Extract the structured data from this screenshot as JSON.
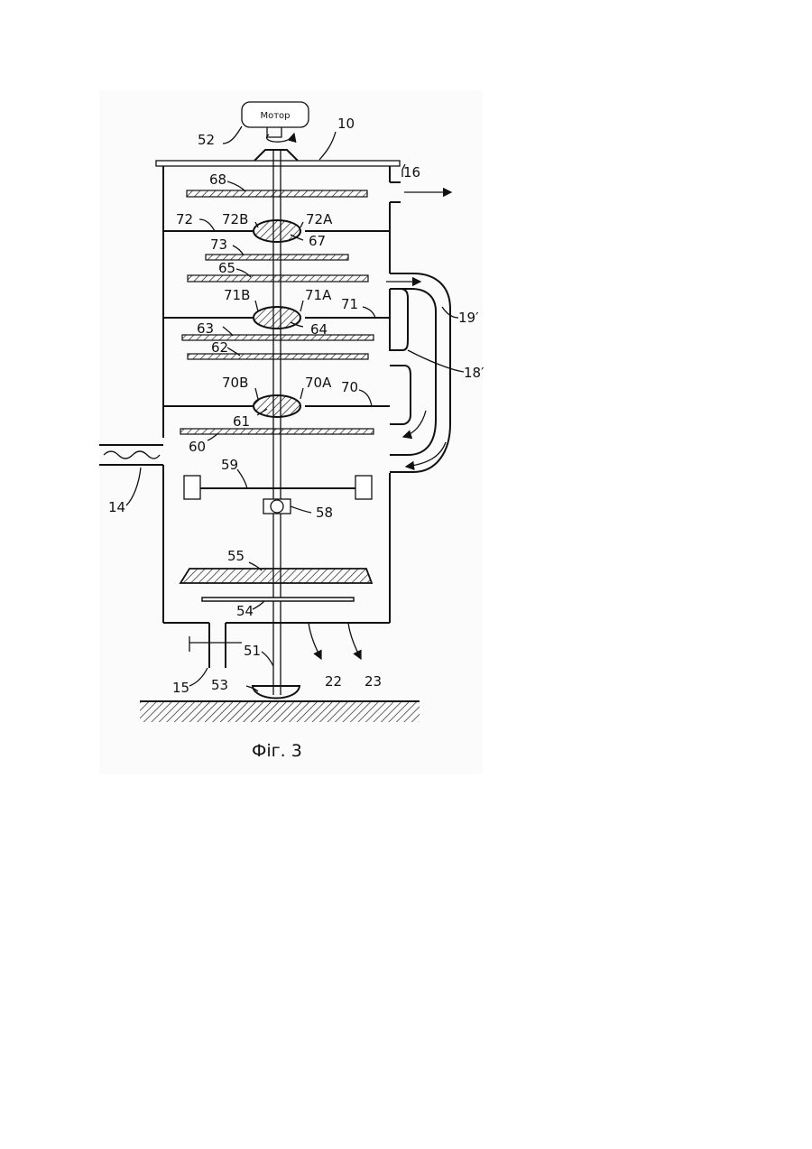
{
  "motor_label": "Мотор",
  "caption": "Фіг. 3",
  "labels": {
    "l10": "10",
    "l16": "16",
    "l52": "52",
    "l68": "68",
    "l72": "72",
    "l72B": "72B",
    "l72A": "72A",
    "l67": "67",
    "l73": "73",
    "l65": "65",
    "l71B": "71B",
    "l71A": "71A",
    "l71": "71",
    "l64": "64",
    "l19": "19′",
    "l63": "63",
    "l62": "62",
    "l18": "18′",
    "l70B": "70B",
    "l70A": "70A",
    "l70": "70",
    "l61": "61",
    "l60": "60",
    "l14": "14",
    "l59": "59",
    "l58": "58",
    "l55": "55",
    "l54": "54",
    "l51": "51",
    "l15": "15",
    "l53": "53",
    "l22": "22",
    "l23": "23"
  }
}
